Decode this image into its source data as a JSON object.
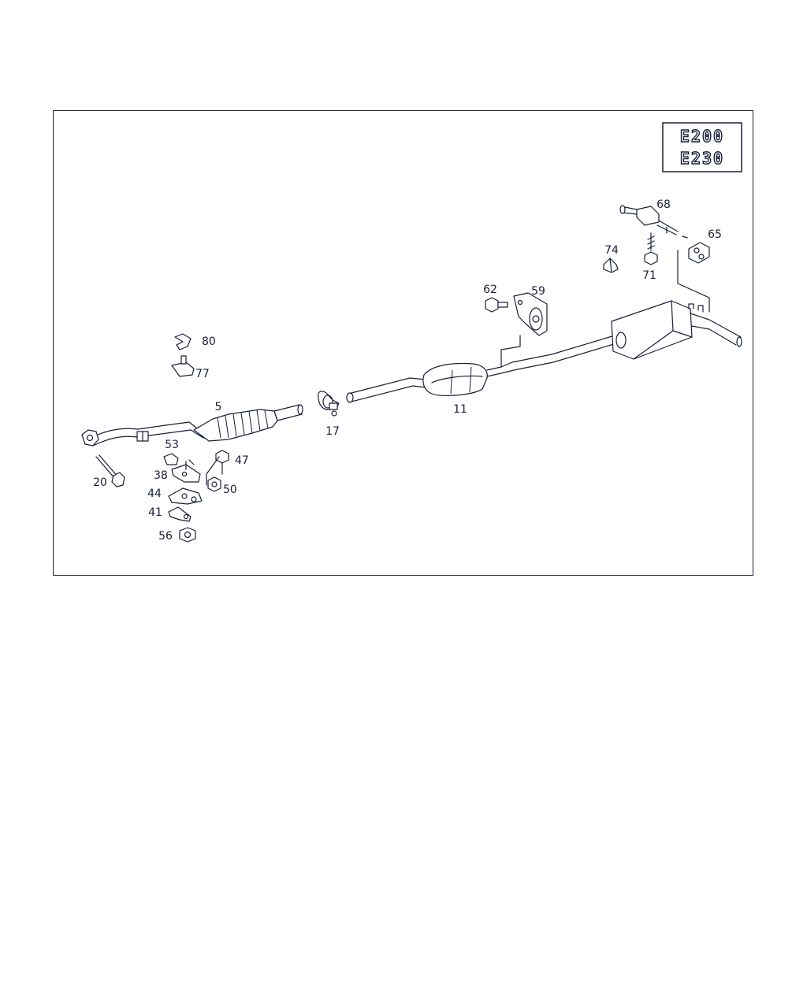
{
  "badges": [
    "E200",
    "E230"
  ],
  "part_numbers": [
    "80",
    "77",
    "5",
    "17",
    "11",
    "62",
    "59",
    "74",
    "71",
    "68",
    "65",
    "53",
    "47",
    "38",
    "50",
    "44",
    "41",
    "56",
    "20"
  ],
  "colors": {
    "line": "#1a1f3a",
    "background": "#ffffff"
  }
}
